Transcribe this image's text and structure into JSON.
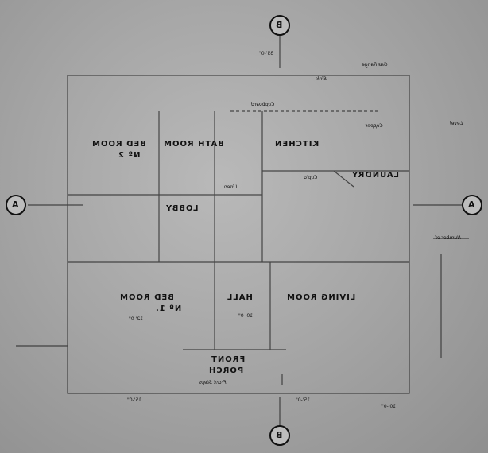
{
  "rooms": {
    "kitchen": "KITCHEN",
    "bath_room": "BATH ROOM",
    "bed_room_2_a": "BED ROOM",
    "bed_room_2_b": "Nº 2",
    "laundry": "LAUNDRY",
    "lobby": "LOBBY",
    "living_room": "LIVING ROOM",
    "hall": "HALL",
    "bed_room_1_a": "BED ROOM",
    "bed_room_1_b": "Nº 1.",
    "front_porch_a": "FRONT",
    "front_porch_b": "PORCH"
  },
  "section_marks": {
    "a_left": "A",
    "a_right": "A",
    "b_top": "B",
    "b_bottom": "B"
  },
  "notes": {
    "gas_range": "Gas Range",
    "copper": "Copper",
    "sink": "Sink",
    "cupboard": "Cupboard",
    "laundry_cupd": "Cup'd",
    "linen": "Linen",
    "level": "Level",
    "number_of": "Number of",
    "front_steps": "Front Steps",
    "dim_1": "35'-0\"",
    "dim_2": "15'-0\"",
    "dim_3": "15'-0\"",
    "dim_4": "10'-0\"",
    "dim_5": "12'-0\"",
    "dim_6": "10'-0\""
  }
}
